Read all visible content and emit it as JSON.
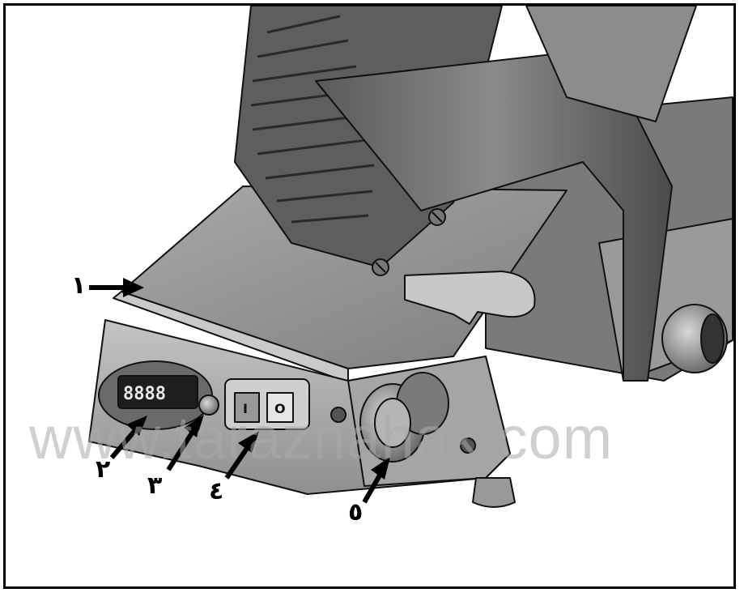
{
  "callouts": [
    {
      "id": "1",
      "label": "١"
    },
    {
      "id": "2",
      "label": "٢"
    },
    {
      "id": "3",
      "label": "٣"
    },
    {
      "id": "4",
      "label": "٤"
    },
    {
      "id": "5",
      "label": "٥"
    }
  ],
  "watermark": "www.taraznahak.com",
  "display_digits": "8888",
  "switch": {
    "on_symbol": "I",
    "off_symbol": "O"
  },
  "colors": {
    "metal_dark": "#4a4a4a",
    "metal_mid": "#8c8c8c",
    "metal_light": "#c9c9c9",
    "outline": "#111111"
  }
}
